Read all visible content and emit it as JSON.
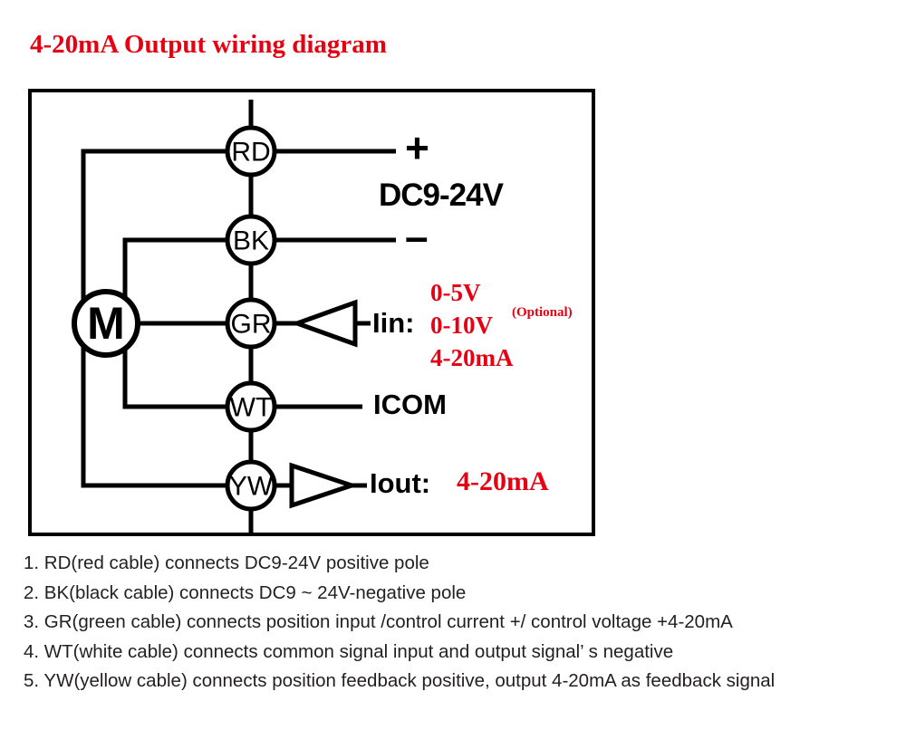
{
  "title": "4-20mA Output wiring diagram",
  "diagram": {
    "motor_label": "M",
    "terminals": [
      {
        "code": "RD"
      },
      {
        "code": "BK"
      },
      {
        "code": "GR"
      },
      {
        "code": "WT"
      },
      {
        "code": "YW"
      }
    ],
    "labels": {
      "plus": "+",
      "dc_range": "DC9-24V",
      "minus": "–",
      "iin": "Iin:",
      "iin_values": [
        "0-5V",
        "0-10V",
        "4-20mA"
      ],
      "optional": "(Optional)",
      "icom": "ICOM",
      "iout": "Iout:",
      "iout_value": "4-20mA"
    },
    "colors": {
      "accent_red": "#e60012",
      "wire_black": "#000000",
      "note_text": "#231f20"
    }
  },
  "notes": [
    "1. RD(red cable) connects DC9-24V positive pole",
    "2. BK(black cable) connects DC9 ~ 24V-negative pole",
    "3. GR(green cable) connects position input /control current +/ control voltage +4-20mA",
    "4. WT(white cable) connects common signal input and output signal’  s negative",
    "5. YW(yellow cable) connects position feedback positive, output 4-20mA as feedback signal"
  ]
}
